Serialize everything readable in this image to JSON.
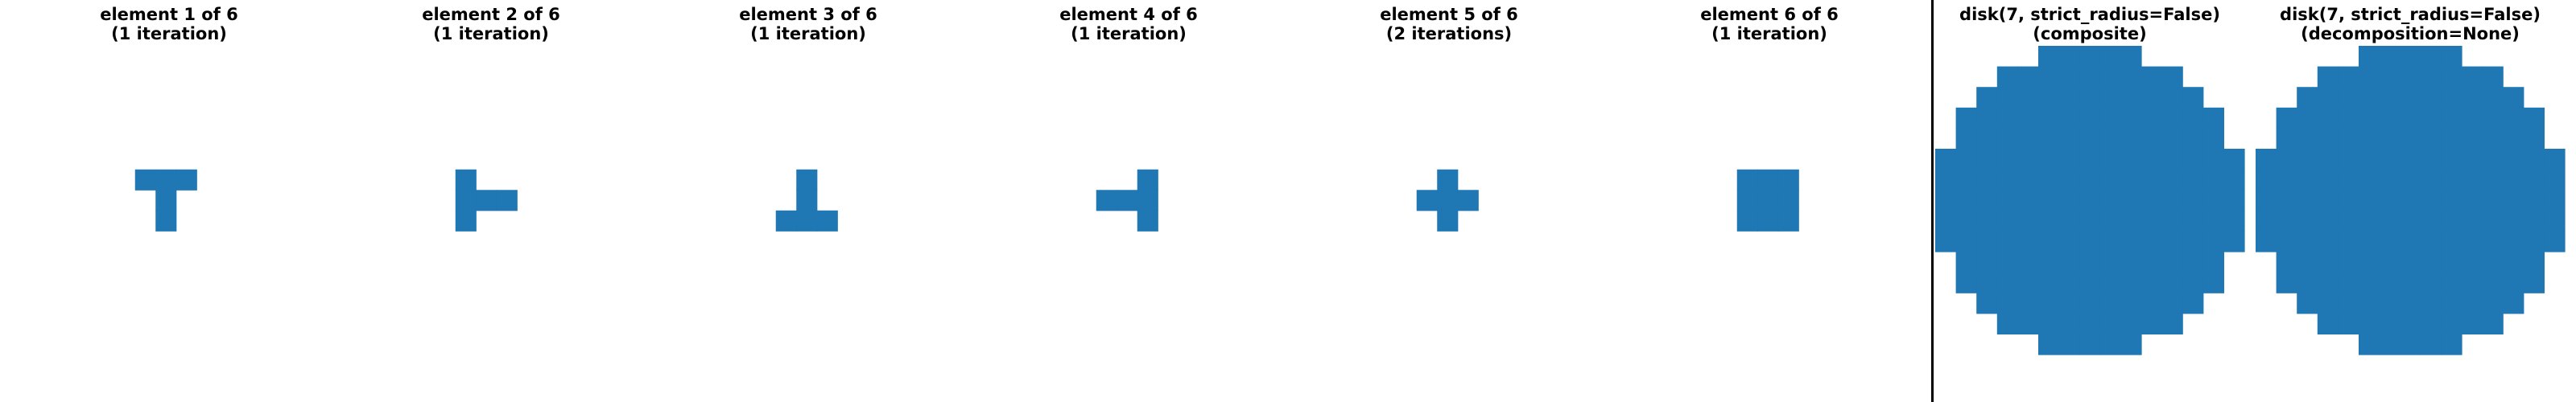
{
  "colors": {
    "fill": "#1f77b4",
    "text": "#000000",
    "divider": "#000000"
  },
  "panels": [
    {
      "title1": "element 1 of 6",
      "title2": "(1 iteration)",
      "grid": [
        "111",
        "010",
        "010"
      ]
    },
    {
      "title1": "element 2 of 6",
      "title2": "(1 iteration)",
      "grid": [
        "100",
        "111",
        "100"
      ]
    },
    {
      "title1": "element 3 of 6",
      "title2": "(1 iteration)",
      "grid": [
        "010",
        "010",
        "111"
      ]
    },
    {
      "title1": "element 4 of 6",
      "title2": "(1 iteration)",
      "grid": [
        "001",
        "111",
        "001"
      ]
    },
    {
      "title1": "element 5 of 6",
      "title2": "(2 iterations)",
      "grid": [
        "010",
        "111",
        "010"
      ]
    },
    {
      "title1": "element 6 of 6",
      "title2": "(1 iteration)",
      "grid": [
        "111",
        "111",
        "111"
      ]
    },
    {
      "title1": "disk(7, strict_radius=False)",
      "title2": "(composite)",
      "disk_radius": 7
    },
    {
      "title1": "disk(7, strict_radius=False)",
      "title2": "(decomposition=None)",
      "disk_radius": 7
    }
  ]
}
